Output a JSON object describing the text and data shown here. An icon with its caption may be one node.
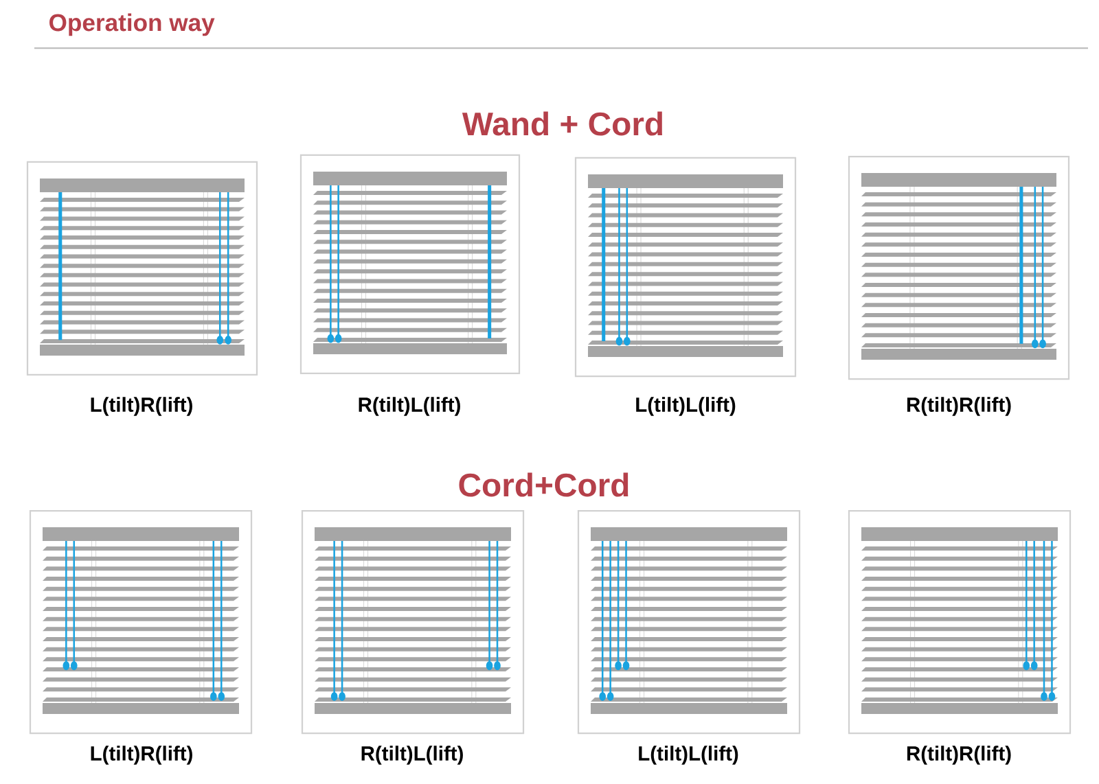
{
  "diagram": {
    "title": "Operation way",
    "labels": [
      "Wand + Cord",
      "L(tilt)R(lift)",
      "R(tilt)L(lift)",
      "L(tilt)L(lift)",
      "R(tilt)R(lift)",
      "Cord+Cord",
      "L(tilt)R(lift)",
      "R(tilt)L(lift)",
      "L(tilt)L(lift)",
      "R(tilt)R(lift)"
    ]
  }
}
